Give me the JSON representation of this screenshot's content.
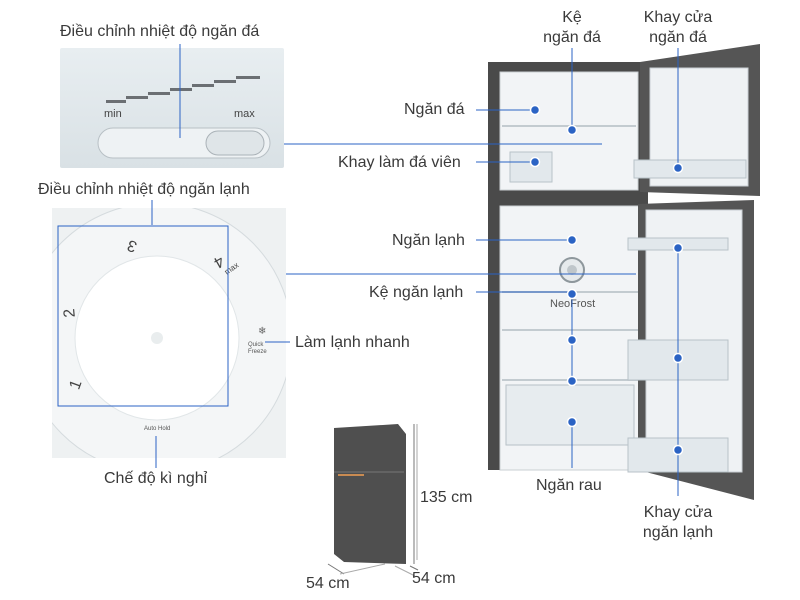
{
  "freezer_dial": {
    "title": "Điều chỉnh nhiệt độ ngăn đá",
    "min_label": "min",
    "max_label": "max"
  },
  "fridge_dial": {
    "title": "Điều chỉnh nhiệt độ ngăn lạnh",
    "marks": [
      "1",
      "2",
      "3",
      "4"
    ],
    "max_label": "max",
    "quick_freeze_label": "Quick Freeze",
    "holiday_label": "Auto Hold"
  },
  "callouts": {
    "ke_ngan_da_line1": "Kệ",
    "ke_ngan_da_line2": "ngăn đá",
    "khay_cua_ngan_da_line1": "Khay cửa",
    "khay_cua_ngan_da_line2": "ngăn đá",
    "ngan_da": "Ngăn đá",
    "khay_lam_da_vien": "Khay làm đá viên",
    "ngan_lanh": "Ngăn lạnh",
    "ke_ngan_lanh": "Kệ ngăn lạnh",
    "lam_lanh_nhanh": "Làm lạnh nhanh",
    "che_do_ki_nghi": "Chế độ kì nghỉ",
    "ngan_rau": "Ngăn rau",
    "khay_cua_ngan_lanh_line1": "Khay cửa",
    "khay_cua_ngan_lanh_line2": "ngăn lạnh"
  },
  "fridge_brand_text": "NeoFrost",
  "dimensions": {
    "height": "135 cm",
    "width": "54 cm",
    "depth": "54 cm"
  },
  "colors": {
    "accent_line": "#2b63c4",
    "fridge_body": "#4a4a4a",
    "interior": "#f2f4f6"
  }
}
